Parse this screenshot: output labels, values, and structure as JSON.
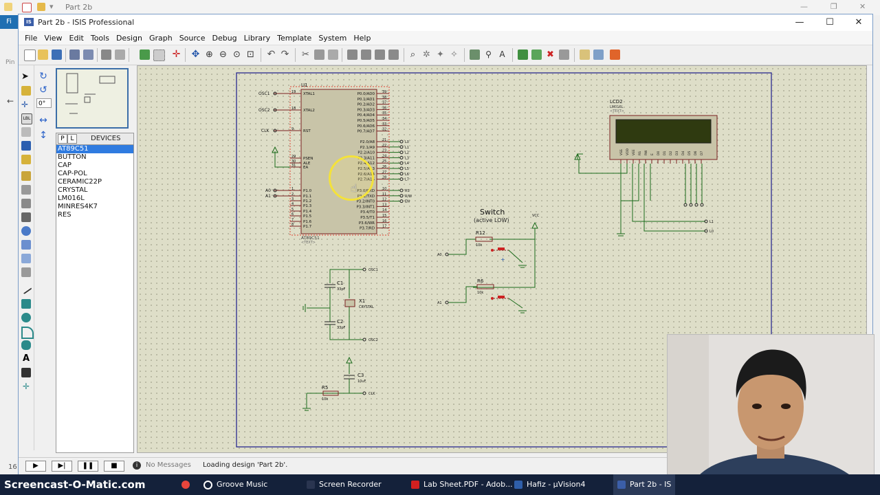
{
  "bg_window": {
    "tab_title": "Part 2b"
  },
  "bg_strip": {
    "blue_label": "Fi",
    "pin_label": "Pin",
    "num_label": "16"
  },
  "window": {
    "title": "Part 2b - ISIS Professional",
    "minimize": "—",
    "maximize": "☐",
    "close": "✕"
  },
  "menu": [
    "File",
    "View",
    "Edit",
    "Tools",
    "Design",
    "Graph",
    "Source",
    "Debug",
    "Library",
    "Template",
    "System",
    "Help"
  ],
  "rotation": {
    "angle": "0°"
  },
  "devices": {
    "tab_p": "P",
    "tab_l": "L",
    "header": "DEVICES",
    "items": [
      "AT89C51",
      "BUTTON",
      "CAP",
      "CAP-POL",
      "CERAMIC22P",
      "CRYSTAL",
      "LM016L",
      "MINRES4K7",
      "RES"
    ],
    "selected": "AT89C51"
  },
  "schematic": {
    "u1_ref": "U1",
    "u1_part": "AT89C51",
    "u1_text": "<TEXT>",
    "u1_left_pins": [
      [
        "19",
        "XTAL1"
      ],
      [
        "18",
        "XTAL2"
      ],
      [
        "9",
        "RST"
      ],
      [
        "29",
        "PSEN"
      ],
      [
        "30",
        "ALE"
      ],
      [
        "31",
        "EA"
      ],
      [
        "1",
        "P1.0"
      ],
      [
        "2",
        "P1.1"
      ],
      [
        "3",
        "P1.2"
      ],
      [
        "4",
        "P1.3"
      ],
      [
        "5",
        "P1.4"
      ],
      [
        "6",
        "P1.5"
      ],
      [
        "7",
        "P1.6"
      ],
      [
        "8",
        "P1.7"
      ]
    ],
    "u1_right_pins": [
      [
        "39",
        "P0.0/AD0"
      ],
      [
        "38",
        "P0.1/AD1"
      ],
      [
        "37",
        "P0.2/AD2"
      ],
      [
        "36",
        "P0.3/AD3"
      ],
      [
        "35",
        "P0.4/AD4"
      ],
      [
        "34",
        "P0.5/AD5"
      ],
      [
        "33",
        "P0.6/AD6"
      ],
      [
        "32",
        "P0.7/AD7"
      ],
      [
        "21",
        "P2.0/A8"
      ],
      [
        "22",
        "P2.1/A9"
      ],
      [
        "23",
        "P2.2/A10"
      ],
      [
        "24",
        "P2.3/A11"
      ],
      [
        "25",
        "P2.4/A12"
      ],
      [
        "26",
        "P2.5/A13"
      ],
      [
        "27",
        "P2.6/A14"
      ],
      [
        "28",
        "P2.7/A15"
      ],
      [
        "10",
        "P3.0/RXD"
      ],
      [
        "11",
        "P3.1/TXD"
      ],
      [
        "12",
        "P3.2/INT0"
      ],
      [
        "13",
        "P3.3/INT1"
      ],
      [
        "14",
        "P3.4/T0"
      ],
      [
        "15",
        "P3.5/T1"
      ],
      [
        "16",
        "P3.6/WR"
      ],
      [
        "17",
        "P3.7/RD"
      ]
    ],
    "u1_left_nets": [
      "OSC1",
      "OSC2",
      "CLK",
      "A0",
      "A1"
    ],
    "u1_right_nets": [
      "L0",
      "L1",
      "L2",
      "L3",
      "L4",
      "L5",
      "L6",
      "L7",
      "RS",
      "R/W",
      "EN"
    ],
    "lcd_ref": "LCD2",
    "lcd_part": "LM016L",
    "lcd_text": "<TEXT>",
    "lcd_pins": [
      "VSS",
      "VDD",
      "VEE",
      "RS",
      "RW",
      "E",
      "D0",
      "D1",
      "D2",
      "D3",
      "D4",
      "D5",
      "D6",
      "D7"
    ],
    "lcd_nets": [
      "L1",
      "L0"
    ],
    "switch_title": "Switch",
    "switch_sub": "(active LOW)",
    "vcc": "VCC",
    "r12": "R12",
    "r12_val": "10k",
    "r6": "R6",
    "r6_val": "10k",
    "r5": "R5",
    "r5_val": "10k",
    "c1": "C1",
    "c1_val": "33pF",
    "c2": "C2",
    "c2_val": "33pF",
    "c3": "C3",
    "c3_val": "10uF",
    "x1": "X1",
    "x1_val": "CRYSTAL",
    "text_tag": "<TEXT>",
    "net_osc1": "OSC1",
    "net_osc2": "OSC2",
    "net_clk": "CLK",
    "net_a0": "A0",
    "net_a1": "A1"
  },
  "status": {
    "no_messages": "No Messages",
    "loading": "Loading design 'Part 2b'."
  },
  "taskbar": {
    "watermark": "Screencast-O-Matic.com",
    "items": [
      "Groove Music",
      "Screen Recorder",
      "Lab Sheet.PDF - Adob...",
      "Hafiz - µVision4",
      "Part 2b - IS"
    ]
  }
}
